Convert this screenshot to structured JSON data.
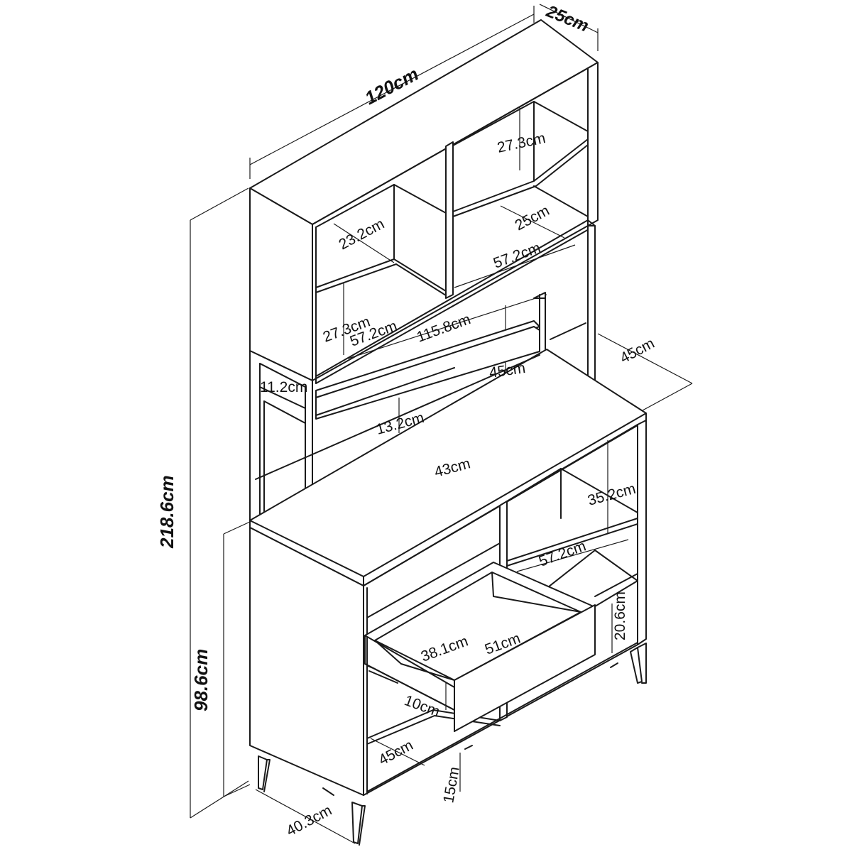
{
  "dimensions": {
    "total_width": "120cm",
    "top_depth": "25cm",
    "total_height": "218.6cm",
    "base_height": "98.6cm",
    "base_depth_side": "40.3cm",
    "right_depth": "45cm",
    "shelf_height_upper_right": "27.3cm",
    "shelf_height_upper_left": "27.3cm",
    "shelf_depth_upper_left": "23.2cm",
    "shelf_depth_upper_right": "25cm",
    "shelf_width_upper_right": "57.2cm",
    "shelf_width_upper_left": "57.2cm",
    "inner_width": "115.8cm",
    "open_height": "45cm",
    "side_rail_height": "11.2cm",
    "front_rail_height": "13.2cm",
    "counter_depth": "43cm",
    "cabinet_shelf_height": "35.2cm",
    "cabinet_shelf_width": "57.2cm",
    "lower_shelf_height": "20.6cm",
    "drawer_depth": "38.1cm",
    "drawer_width": "51cm",
    "drawer_height": "10cm",
    "bottom_depth": "45cm",
    "leg_height": "15cm"
  }
}
